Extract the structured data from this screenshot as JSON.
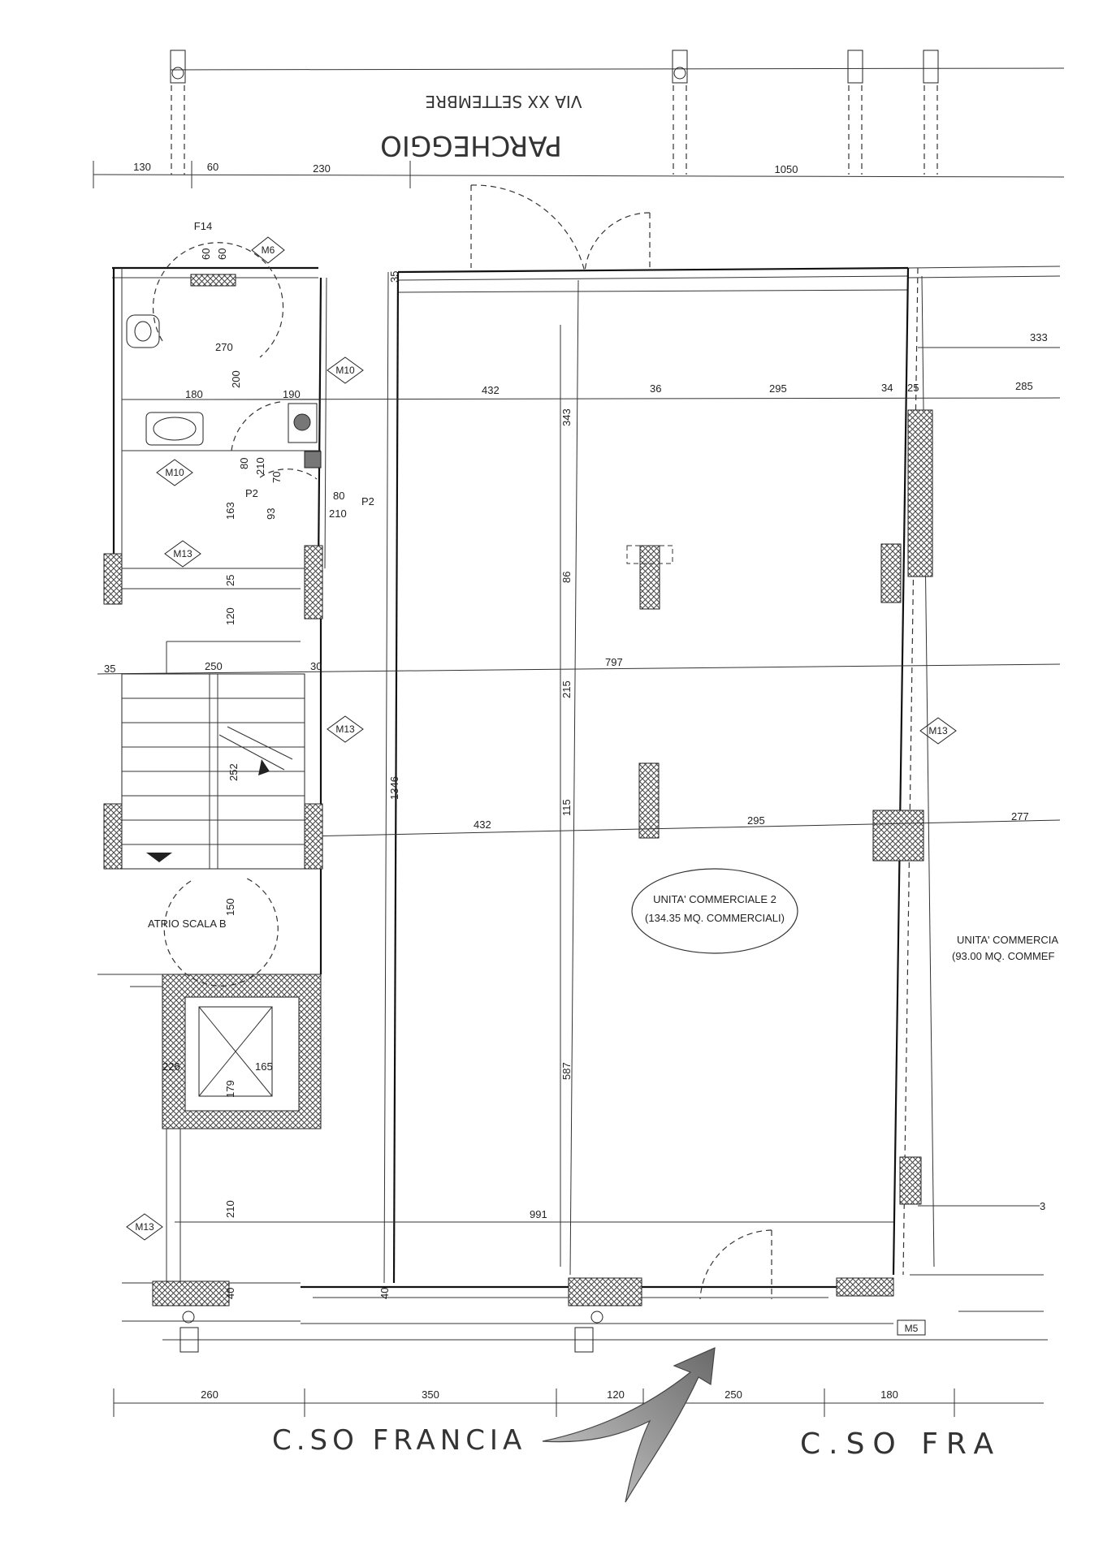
{
  "top_street": {
    "parcheggio": "PARCHEGGIO",
    "via": "VIA XX SETTEMBRE"
  },
  "top_dims": [
    "130",
    "60",
    "230",
    "1050"
  ],
  "service_area": {
    "f14": "F14",
    "f14_dims": [
      "60",
      "60"
    ],
    "room_dims": [
      "270",
      "200",
      "180",
      "190",
      "80",
      "210",
      "70",
      "80",
      "210",
      "93",
      "163",
      "25",
      "120",
      "35",
      "250",
      "30",
      "252",
      "150",
      "226",
      "179",
      "165",
      "210",
      "40",
      "40"
    ],
    "tags": [
      "M6",
      "M10",
      "M10",
      "M13",
      "M13",
      "M13"
    ],
    "p2_labels": [
      "P2",
      "P2"
    ],
    "atrio": "ATRIO SCALA B"
  },
  "shop_dims": {
    "d35": "35",
    "d432_top": "432",
    "d36": "36",
    "d295_top": "295",
    "d34": "34",
    "d25": "25",
    "d285": "285",
    "d333": "333",
    "d343": "343",
    "d86": "86",
    "d797": "797",
    "d215": "215",
    "d1346": "1346",
    "d432_mid": "432",
    "d115": "115",
    "d295_mid": "295",
    "d277": "277",
    "d587": "587",
    "d991": "991",
    "d3": "3"
  },
  "units": {
    "unit2_line1": "UNITA' COMMERCIALE 2",
    "unit2_line2": "(134.35 MQ. COMMERCIALI)",
    "unit3_line1": "UNITA' COMMERCIA",
    "unit3_line2": "(93.00 MQ. COMMEF"
  },
  "right_tags": [
    "M13",
    "M5"
  ],
  "bottom_dims": [
    "260",
    "350",
    "120",
    "250",
    "180"
  ],
  "bottom_street": {
    "left": "C.SO FRANCIA",
    "right": "C.SO FRA"
  },
  "colors": {
    "ink": "#222222",
    "hatch": "#555555",
    "arrow": "#8a8a8a"
  }
}
